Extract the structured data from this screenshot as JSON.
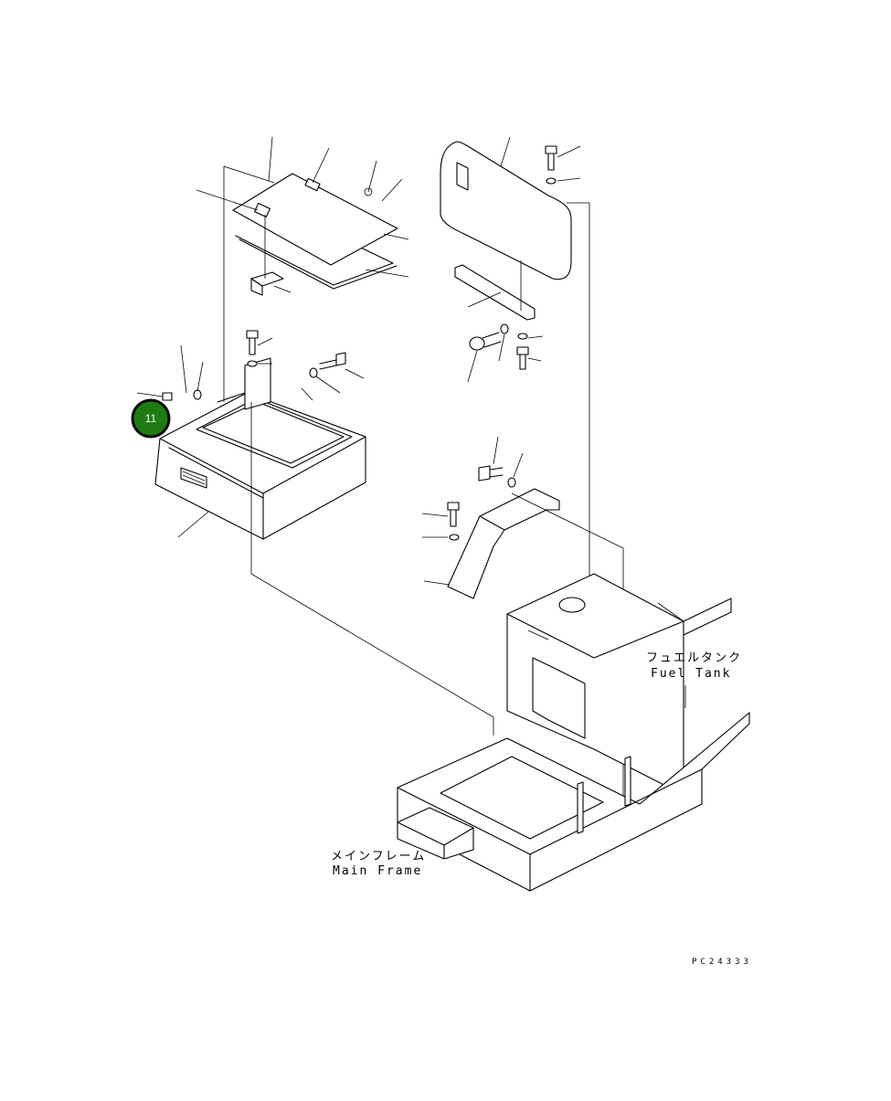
{
  "labels": {
    "fuel_tank_jp": "フュエルタンク",
    "fuel_tank_en": "Fuel Tank",
    "main_frame_jp": "メインフレーム",
    "main_frame_en": "Main Frame"
  },
  "drawing_code": "PC24333",
  "callouts": [
    {
      "number": "11",
      "color": "#1e7b12"
    }
  ]
}
